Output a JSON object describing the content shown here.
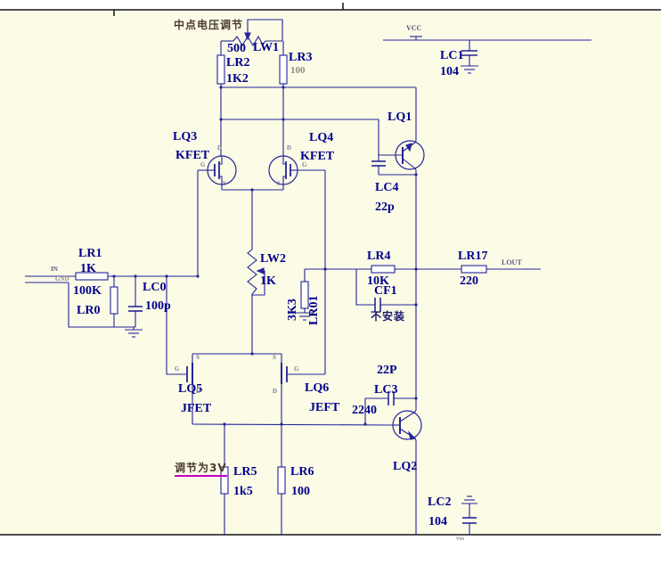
{
  "annotations": {
    "midpoint": "中点电压调节",
    "adjust": "调节为3V",
    "not_installed": "不安装"
  },
  "power": {
    "vcc": "VCC",
    "vss": "vss"
  },
  "io": {
    "in": "IN",
    "gnd": "GND",
    "lout": "LOUT"
  },
  "pins": {
    "d": "D",
    "g": "G",
    "s": "S"
  },
  "components": {
    "lw1": {
      "name": "LW1",
      "value": "500"
    },
    "lr2": {
      "name": "LR2",
      "value": "1K2"
    },
    "lr3": {
      "name": "LR3",
      "value": "100"
    },
    "lc1": {
      "name": "LC1",
      "value": "104"
    },
    "lq1": {
      "name": "LQ1"
    },
    "lq3": {
      "name": "LQ3",
      "type": "KFET"
    },
    "lq4": {
      "name": "LQ4",
      "type": "KFET"
    },
    "lc4": {
      "name": "LC4",
      "value": "22p"
    },
    "lr1": {
      "name": "LR1",
      "value": "1K"
    },
    "lr0": {
      "name": "LR0",
      "value": "100K"
    },
    "lc0": {
      "name": "LC0",
      "value": "100p"
    },
    "lw2": {
      "name": "LW2",
      "value": "1K"
    },
    "lr01": {
      "name": "LR01",
      "value": "3K3"
    },
    "lr4": {
      "name": "LR4",
      "value": "10K"
    },
    "cf1": {
      "name": "CF1"
    },
    "lr17": {
      "name": "LR17",
      "value": "220"
    },
    "lq5": {
      "name": "LQ5",
      "type": "JFET"
    },
    "lq6": {
      "name": "LQ6",
      "type": "JEFT"
    },
    "lc3": {
      "name": "LC3",
      "value": "22P"
    },
    "lq2": {
      "name": "LQ2",
      "value": "2240"
    },
    "lr5": {
      "name": "LR5",
      "value": "1k5"
    },
    "lr6": {
      "name": "LR6",
      "value": "100"
    },
    "lc2": {
      "name": "LC2",
      "value": "104"
    }
  },
  "colors": {
    "wire": "#24249a",
    "label": "#00008c",
    "border": "#141414",
    "background": "#fbfbe6",
    "underline": "#c400c4"
  }
}
